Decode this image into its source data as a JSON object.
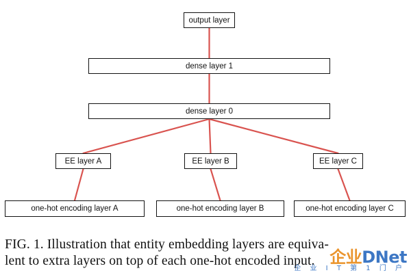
{
  "diagram": {
    "nodes": {
      "output": "output layer",
      "dense1": "dense layer 1",
      "dense0": "dense layer 0",
      "eeA": "EE layer A",
      "eeB": "EE layer B",
      "eeC": "EE layer C",
      "onehotA": "one-hot encoding layer A",
      "onehotB": "one-hot encoding layer B",
      "onehotC": "one-hot encoding layer C"
    },
    "edges": [
      [
        "dense1",
        "output"
      ],
      [
        "dense0",
        "dense1"
      ],
      [
        "eeA",
        "dense0"
      ],
      [
        "eeB",
        "dense0"
      ],
      [
        "eeC",
        "dense0"
      ],
      [
        "onehotA",
        "eeA"
      ],
      [
        "onehotB",
        "eeB"
      ],
      [
        "onehotC",
        "eeC"
      ]
    ],
    "edge_color": "#d9534f"
  },
  "caption": {
    "line1": "FIG. 1. Illustration that entity embedding layers are equiva-",
    "line2": "lent to extra layers on top of each one-hot encoded input."
  },
  "watermark": {
    "logo_part1": "企业",
    "logo_part2": "DNet",
    "sub": "企 业 I T 第 1 门 户"
  }
}
